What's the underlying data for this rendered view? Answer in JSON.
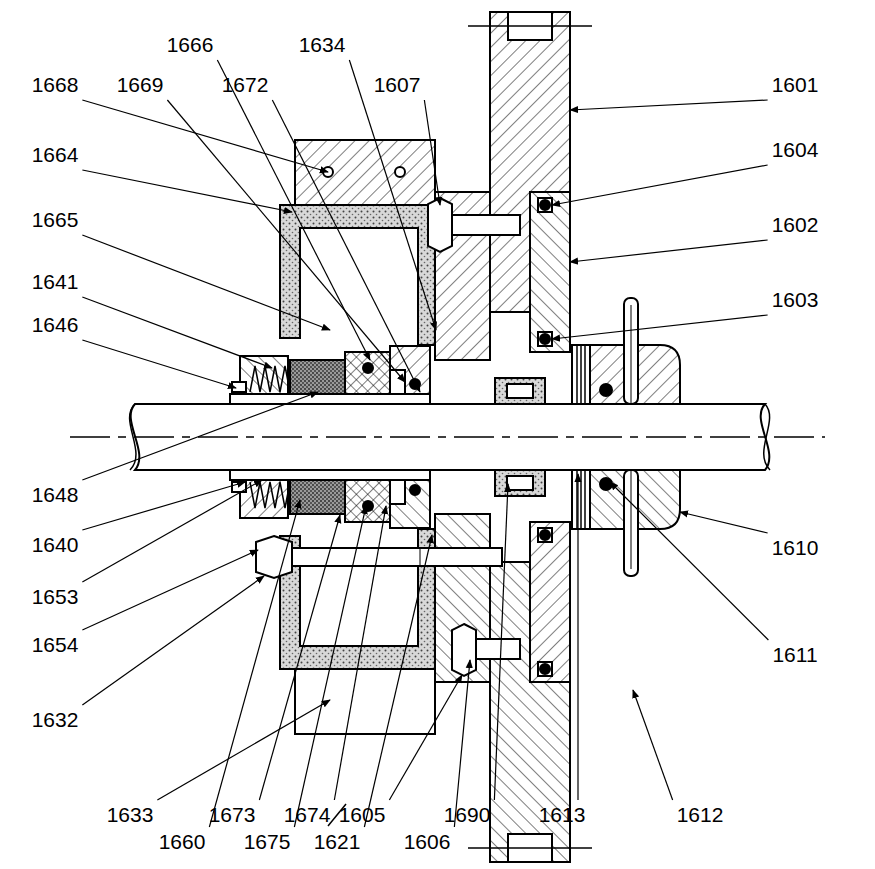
{
  "diagram": {
    "labels": [
      "1666",
      "1634",
      "1668",
      "1669",
      "1672",
      "1607",
      "1601",
      "1664",
      "1604",
      "1602",
      "1665",
      "1641",
      "1603",
      "1646",
      "1648",
      "1640",
      "1610",
      "1653",
      "1654",
      "1611",
      "1632",
      "1633",
      "1673",
      "1674",
      "1605",
      "1690",
      "1613",
      "1612",
      "1660",
      "1675",
      "1621",
      "1606"
    ]
  }
}
